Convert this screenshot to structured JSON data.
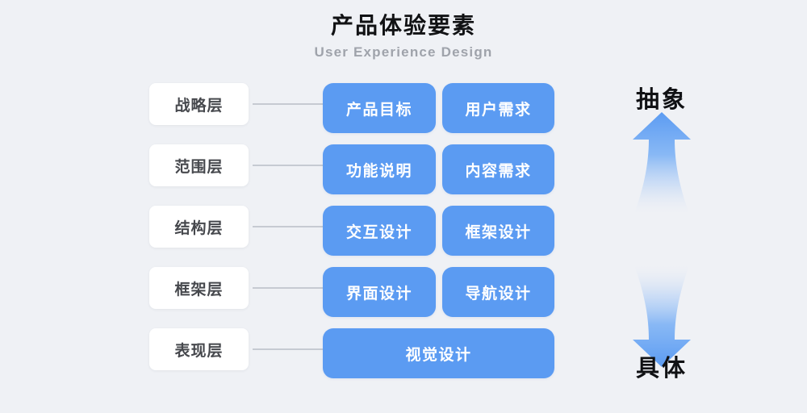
{
  "header": {
    "title": "产品体验要素",
    "subtitle": "User Experience Design"
  },
  "colors": {
    "background": "#eff1f5",
    "card": "#5b9bf2",
    "card_text": "#ffffff",
    "chip": "#ffffff",
    "chip_text": "#46484d",
    "connector": "#c6cad2",
    "title_text": "#111214",
    "subtitle_text": "#9fa3ab",
    "arrow": "#5b9bf2"
  },
  "diagram": {
    "rows": [
      {
        "layer": "战略层",
        "cards": [
          {
            "label": "产品目标"
          },
          {
            "label": "用户需求"
          }
        ]
      },
      {
        "layer": "范围层",
        "cards": [
          {
            "label": "功能说明"
          },
          {
            "label": "内容需求"
          }
        ]
      },
      {
        "layer": "结构层",
        "cards": [
          {
            "label": "交互设计"
          },
          {
            "label": "框架设计"
          }
        ]
      },
      {
        "layer": "框架层",
        "cards": [
          {
            "label": "界面设计"
          },
          {
            "label": "导航设计"
          }
        ]
      },
      {
        "layer": "表现层",
        "cards": [
          {
            "label": "视觉设计"
          }
        ]
      }
    ]
  },
  "axis": {
    "top_label": "抽象",
    "bottom_label": "具体",
    "up_arrow_icon": "arrow-up-icon",
    "down_arrow_icon": "arrow-down-icon"
  }
}
